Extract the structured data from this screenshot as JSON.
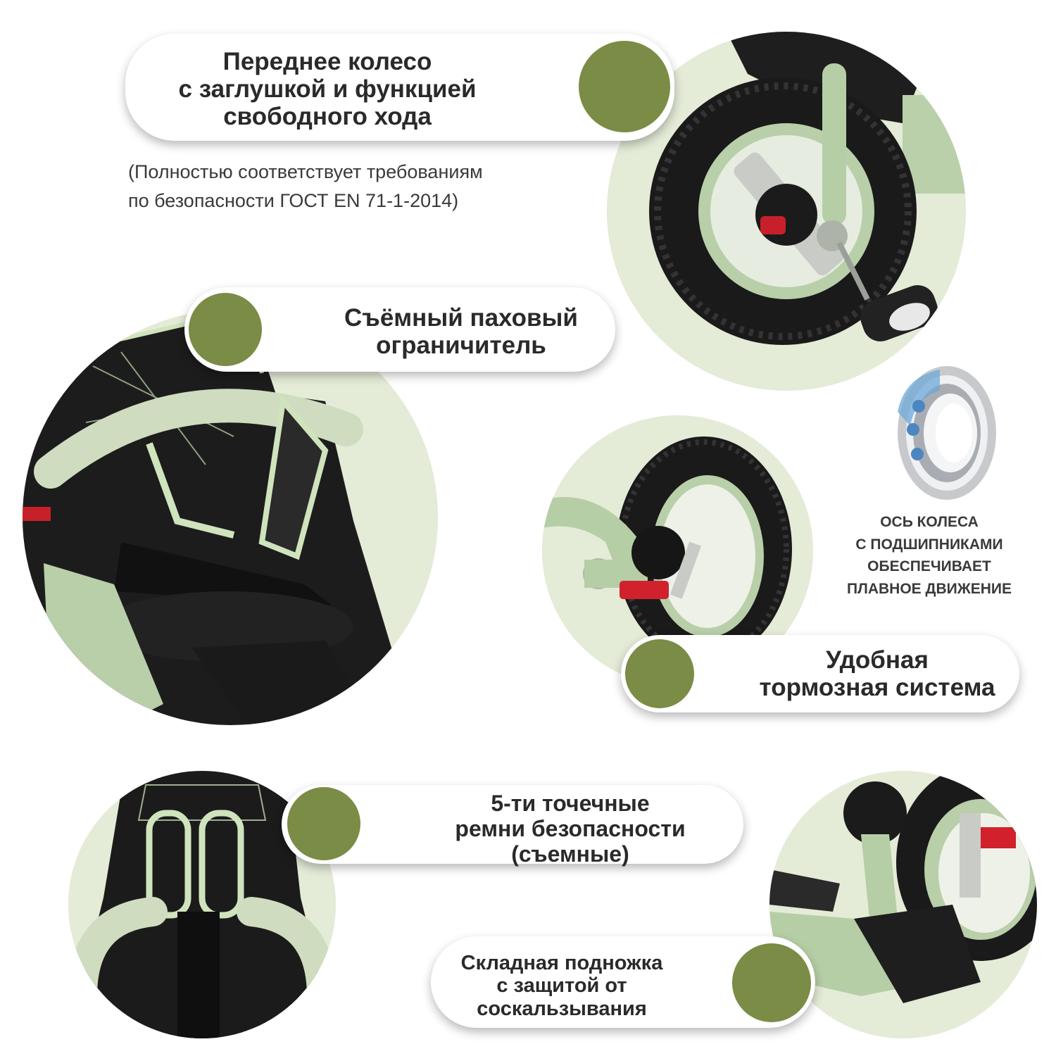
{
  "features": {
    "front_wheel": {
      "line1": "Переднее колесо",
      "line2": "с заглушкой и функцией",
      "line3": "свободного хода"
    },
    "safety_note": {
      "line1": "(Полностью соответствует требованиям",
      "line2": "по безопасности ГОСТ EN 71-1-2014)"
    },
    "groin_limiter": {
      "line1": "Съёмный паховый",
      "line2": "ограничитель"
    },
    "bearing": {
      "line1": "ОСЬ КОЛЕСА",
      "line2": "С ПОДШИПНИКАМИ",
      "line3": "ОБЕСПЕЧИВАЕТ",
      "line4": "ПЛАВНОЕ ДВИЖЕНИЕ"
    },
    "brake": {
      "line1": "Удобная",
      "line2": "тормозная система"
    },
    "belts": {
      "line1": "5-ти точечные",
      "line2": "ремни безопасности",
      "line3": "(съемные)"
    },
    "footrest": {
      "line1": "Складная подножка",
      "line2": "с защитой от",
      "line3": "соскальзывания"
    }
  },
  "colors": {
    "accent_dot": "#7a8c45",
    "circle_bg": "#e4ebd7",
    "frame_green": "#bcd3ad",
    "dark": "#1c1c1c"
  }
}
